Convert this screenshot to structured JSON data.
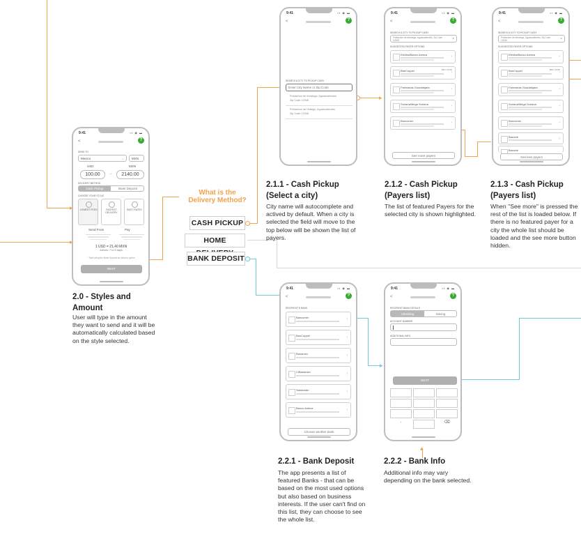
{
  "common": {
    "time": "9:41",
    "back": "<",
    "help": "?",
    "signal": "▪▪ ◉ ▬"
  },
  "delivery": {
    "question": "What is the Delivery Method?",
    "options": [
      "CASH PICKUP",
      "HOME DELIVERY",
      "BANK DEPOSIT"
    ]
  },
  "screen20": {
    "send_to_label": "SEND TO",
    "country": "Mexico",
    "currency": "MXN",
    "from_currency": "USD",
    "to_currency": "MXN",
    "send_amount": "100.00",
    "receive_amount": "2140.00",
    "delivery_label": "DELIVERY METHOD",
    "tabs": [
      "Cash Pickup",
      "Bank Deposit"
    ],
    "style_label": "CHOOSE YOUR STYLE",
    "styles": [
      "LOWEST FEES",
      "FASTEST DELIVERY",
      "BEST RATES"
    ],
    "send_from": "Send From",
    "pay": "Pay",
    "rate_line": "1 USD = 21.40 MXN",
    "arrival": "Arrives: 7 to 9 days",
    "note": "* Sent using the Bank Deposit as delivery option",
    "next": "NEXT",
    "title": "2.0 - Styles and Amount",
    "body": "User will type in the amount they want to send and it will be automatically calculated based on the style selected."
  },
  "screen211": {
    "label": "SEARCH A CITY TO PICKUP CASH",
    "placeholder": "Enter City Name or Zip Code",
    "suggestions": [
      {
        "name": "Poblachon de Arriatega, Aguascalientes",
        "zip": "Zip Code 12345"
      },
      {
        "name": "Poblachon de Hidalgo, Aguascalientes",
        "zip": "Zip Code 12346"
      }
    ],
    "title": "2.1.1 - Cash Pickup (Select a city)",
    "body": "City name will autocomplete and actived by default. When a city is selected the field will move to the top below will be shown the list of payers."
  },
  "screen212": {
    "label": "SEARCH A CITY TO PICKUP CASH",
    "city": "Poblachon de Arriatega, Aguascalientes, Zip Code 12345",
    "payers_label": "SUGGESTED PAYER OPTIONS",
    "payers": [
      "Elektra/Banco Azteca",
      "BanCoppel",
      "Farmacias Guadalajara",
      "Soriana/Mega Soriana",
      "Bancomer"
    ],
    "best_rate": "BEST RATE",
    "more_button": "See more payers",
    "title": "2.1.2 - Cash Pickup (Payers list)",
    "body": "The list of featured Payers for the selected city is shown highlighted."
  },
  "screen213": {
    "label": "SEARCH A CITY TO PICKUP CASH",
    "city": "Poblachon de Arriatega, Aguascalientes, Zip Code 12345",
    "payers_label": "SUGGESTED PAYER OPTIONS",
    "payers": [
      "Elektra/Banco Azteca",
      "BanCoppel",
      "Farmacias Guadalajara",
      "Soriana/Mega Soriana",
      "Bancomer",
      "Banorte",
      "Banorte"
    ],
    "best_rate": "BEST RATE",
    "less_button": "See less payers",
    "title": "2.1.3 - Cash Pickup (Payers list)",
    "body": "When \"See more\" is pressed the rest of the list is loaded below. If there is no featured payer for a city the whole list should be loaded and the see more button hidden."
  },
  "screen221": {
    "label": "RECIPIENT'S BANK",
    "banks": [
      "Bancomer",
      "BanCoppel",
      "Banamex",
      "CIBanamex",
      "Santander",
      "Banco Azteca"
    ],
    "other_button": "Choose another bank",
    "title": "2.2.1 - Bank Deposit",
    "body": "The app presents a list of featured Banks - that can be based on the most used options but also based on business interests. If the user can't find on this list, they can choose to see the whole list."
  },
  "screen222": {
    "label": "RECIPIENT BANK DETAILS",
    "tabs": [
      "Checking",
      "Saving"
    ],
    "account_label": "ACCOUNT NUMBER",
    "extra_label": "ADDITIONAL INFO",
    "next": "NEXT",
    "keypad_dot": ".",
    "keypad_del": "⌫",
    "title": "2.2.2 - Bank Info",
    "body": "Additional info may vary depending on the bank selected."
  }
}
